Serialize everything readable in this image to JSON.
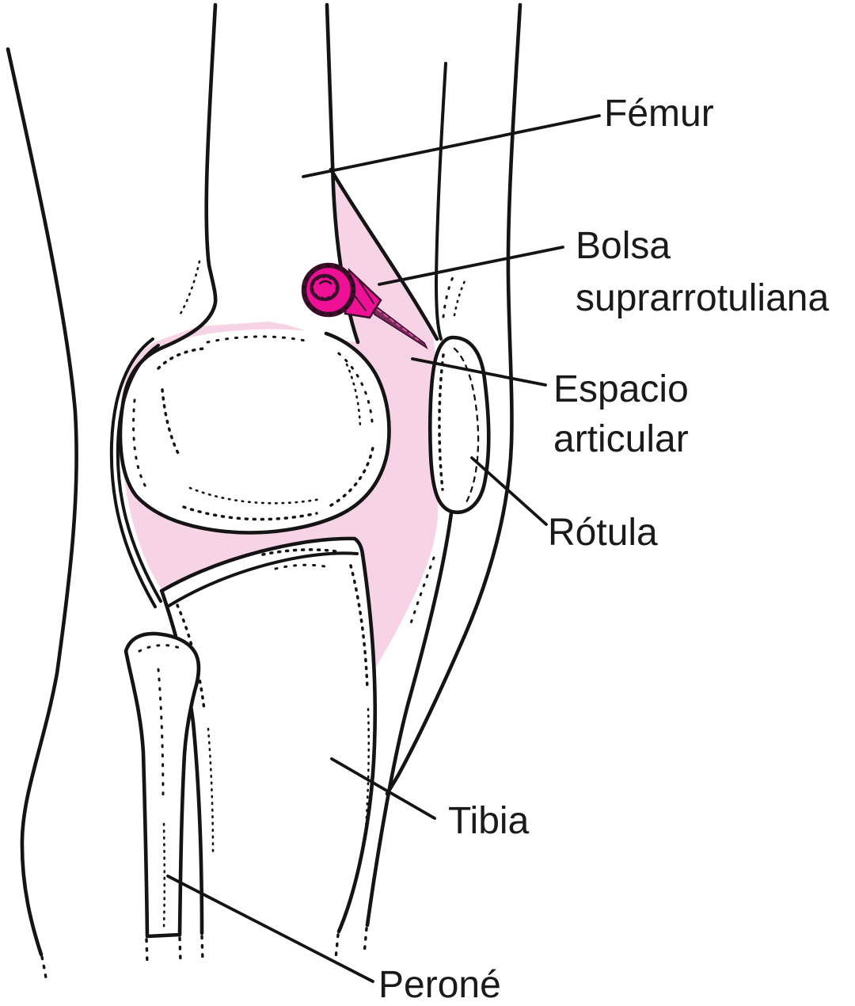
{
  "figure": {
    "type": "medical-line-illustration",
    "labels": {
      "femur": "Fémur",
      "bolsa_line1": "Bolsa",
      "bolsa_line2": "suprarrotuliana",
      "espacio_line1": "Espacio",
      "espacio_line2": "articular",
      "rotula": "Rótula",
      "tibia": "Tibia",
      "perone": "Peroné"
    },
    "colors": {
      "synovial_fluid_pink": "#f7d3e6",
      "needle_magenta": "#ee1095",
      "needle_shaft": "#7a2a5a",
      "needle_rim": "#3c0f2b",
      "outline_black": "#141414",
      "label_text": "#1a1a1a",
      "background": "#ffffff"
    },
    "icons": {
      "needle": "injection-needle-icon"
    }
  }
}
